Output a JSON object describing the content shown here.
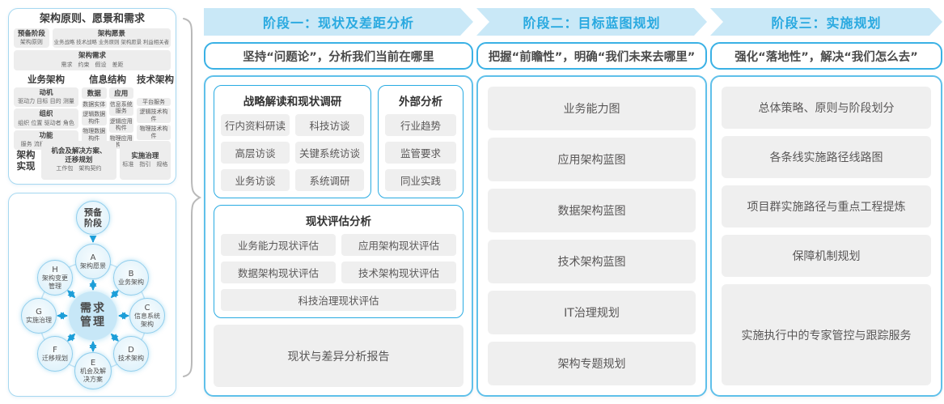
{
  "colors": {
    "accent_blue": "#29A9E0",
    "band_bg": "#C9E8F7",
    "border_cyan": "#29ABE2",
    "chip_gray": "#EFEFEF",
    "text_dark": "#4A4A4A"
  },
  "left_panel": {
    "title": "架构原则、愿景和需求",
    "prep": {
      "line1": "预备阶段",
      "line2": "架构原则"
    },
    "vision": {
      "title": "架构愿景",
      "items": "业务战略 技术战略 业务原则 架构愿景 利益相关者"
    },
    "requirements": {
      "title": "架构需求",
      "items": "需求　约束　假设　差距"
    },
    "business": {
      "title": "业务架构",
      "groups": [
        {
          "title": "动机",
          "items": "驱动力 目标 目的 测量"
        },
        {
          "title": "组织",
          "items": "组织 位置 驱动者 角色"
        },
        {
          "title": "功能",
          "items": "服务 流程 控制 功能"
        }
      ]
    },
    "information": {
      "title": "信息结构",
      "data": {
        "title": "数据",
        "items": [
          "数据实体",
          "逻辑数据构件",
          "物理数据构件"
        ]
      },
      "app": {
        "title": "应用",
        "items": [
          "信息系统服务",
          "逻辑应用构件",
          "物理应用构件"
        ]
      }
    },
    "technology": {
      "title": "技术架构",
      "items": [
        "平台服务",
        "逻辑技术构件",
        "物理技术构件"
      ]
    },
    "realization": {
      "label1": "架构",
      "label2": "实现",
      "box1": {
        "title1": "机会及解决方案、",
        "title2": "迁移规划",
        "items": "工作包　架构契约"
      },
      "box2": {
        "title": "实施治理",
        "items": "标准　指引　规格"
      }
    }
  },
  "adm": {
    "prep": {
      "line1": "预备",
      "line2": "阶段"
    },
    "center": {
      "line1": "需求",
      "line2": "管理"
    },
    "nodes": [
      {
        "letter": "A",
        "label": "架构愿景"
      },
      {
        "letter": "B",
        "label": "业务架构"
      },
      {
        "letter": "C",
        "label": "信息系统架构"
      },
      {
        "letter": "D",
        "label": "技术架构"
      },
      {
        "letter": "E",
        "label": "机会及解决方案"
      },
      {
        "letter": "F",
        "label": "迁移规划"
      },
      {
        "letter": "G",
        "label": "实施治理"
      },
      {
        "letter": "H",
        "label": "架构变更管理"
      }
    ]
  },
  "phases": [
    {
      "header": "阶段一：现状及差距分析",
      "subtitle": "坚持“问题论”，分析我们当前在哪里"
    },
    {
      "header": "阶段二：目标蓝图规划",
      "subtitle": "把握“前瞻性”，明确“我们未来去哪里”",
      "items": [
        "业务能力图",
        "应用架构蓝图",
        "数据架构蓝图",
        "技术架构蓝图",
        "IT治理规划",
        "架构专题规划"
      ]
    },
    {
      "header": "阶段三：实施规划",
      "subtitle": "强化“落地性”，解决“我们怎么去”",
      "items": [
        "总体策略、原则与阶段划分",
        "各条线实施路径线路图",
        "项目群实施路径与重点工程提炼",
        "保障机制规划",
        "实施执行中的专家管控与跟踪服务"
      ]
    }
  ],
  "phase1": {
    "research": {
      "title": "战略解读和现状调研",
      "items": [
        "行内资料研读",
        "科技访谈",
        "高层访谈",
        "关键系统访谈",
        "业务访谈",
        "系统调研"
      ]
    },
    "external": {
      "title": "外部分析",
      "items": [
        "行业趋势",
        "监管要求",
        "同业实践"
      ]
    },
    "assessment": {
      "title": "现状评估分析",
      "items": [
        "业务能力现状评估",
        "应用架构现状评估",
        "数据架构现状评估",
        "技术架构现状评估",
        "科技治理现状评估"
      ]
    },
    "report": "现状与差异分析报告"
  }
}
